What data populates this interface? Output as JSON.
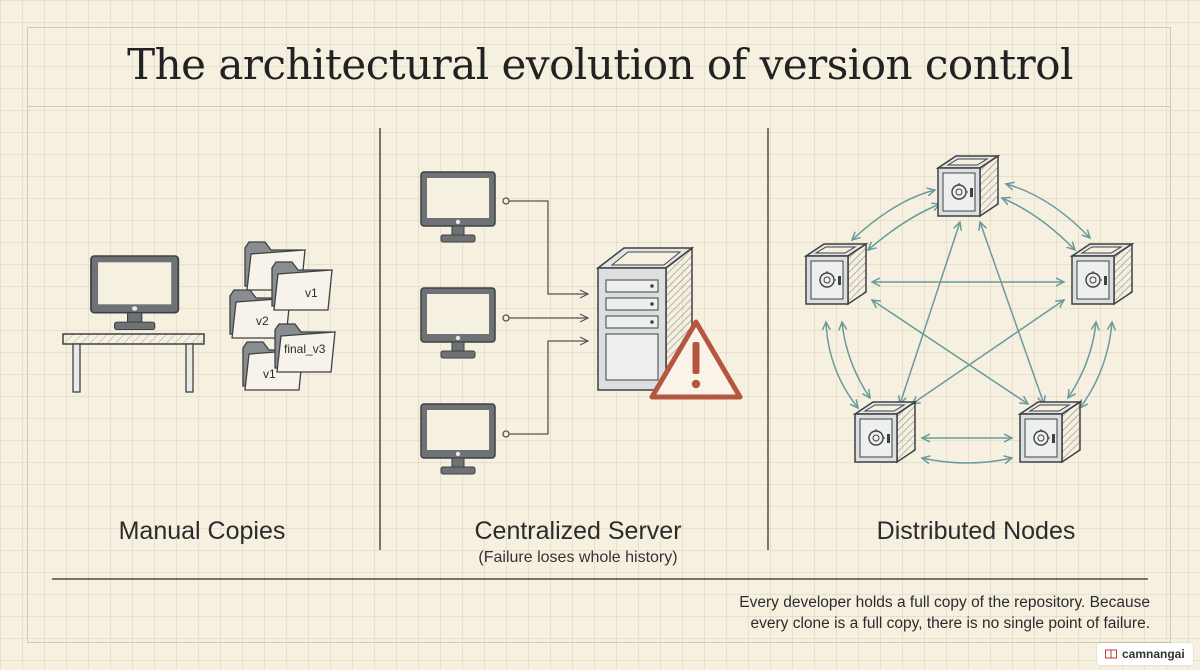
{
  "title": "The architectural evolution of version control",
  "panels": [
    {
      "label": "Manual Copies",
      "file_labels": [
        "v1",
        "v2",
        "final_v3",
        "v1"
      ]
    },
    {
      "label": "Centralized Server",
      "sublabel": "(Failure loses whole history)"
    },
    {
      "label": "Distributed Nodes"
    }
  ],
  "caption": {
    "line1": "Every developer holds a full copy of the repository. Because",
    "line2": "every clone is a full copy, there is no single point of failure."
  },
  "watermark": "camnangai",
  "colors": {
    "background": "#f6f0e0",
    "device_gray": "#6f7275",
    "connector": "#6a9a9c",
    "warning": "#b5573f"
  },
  "icons": [
    "computer-icon",
    "folder-icon",
    "server-icon",
    "warning-icon",
    "safe-icon"
  ]
}
